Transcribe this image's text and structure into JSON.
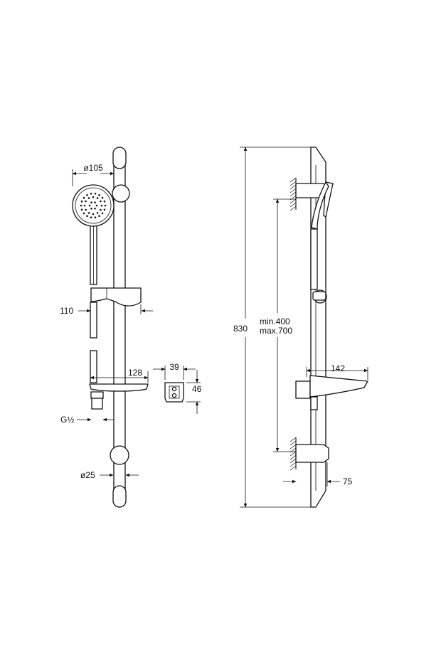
{
  "front_view": {
    "head_diameter": "ø105",
    "bracket_depth": "110",
    "soap_dish_width": "128",
    "clip_width": "39",
    "clip_height": "46",
    "thread_size": "G½",
    "rail_diameter": "ø25"
  },
  "side_view": {
    "total_height": "830",
    "min_spacing": "min.400",
    "max_spacing": "max.700",
    "soap_dish_depth": "142",
    "wall_bracket_depth": "75"
  },
  "colors": {
    "line": "#111111",
    "background": "#ffffff"
  }
}
